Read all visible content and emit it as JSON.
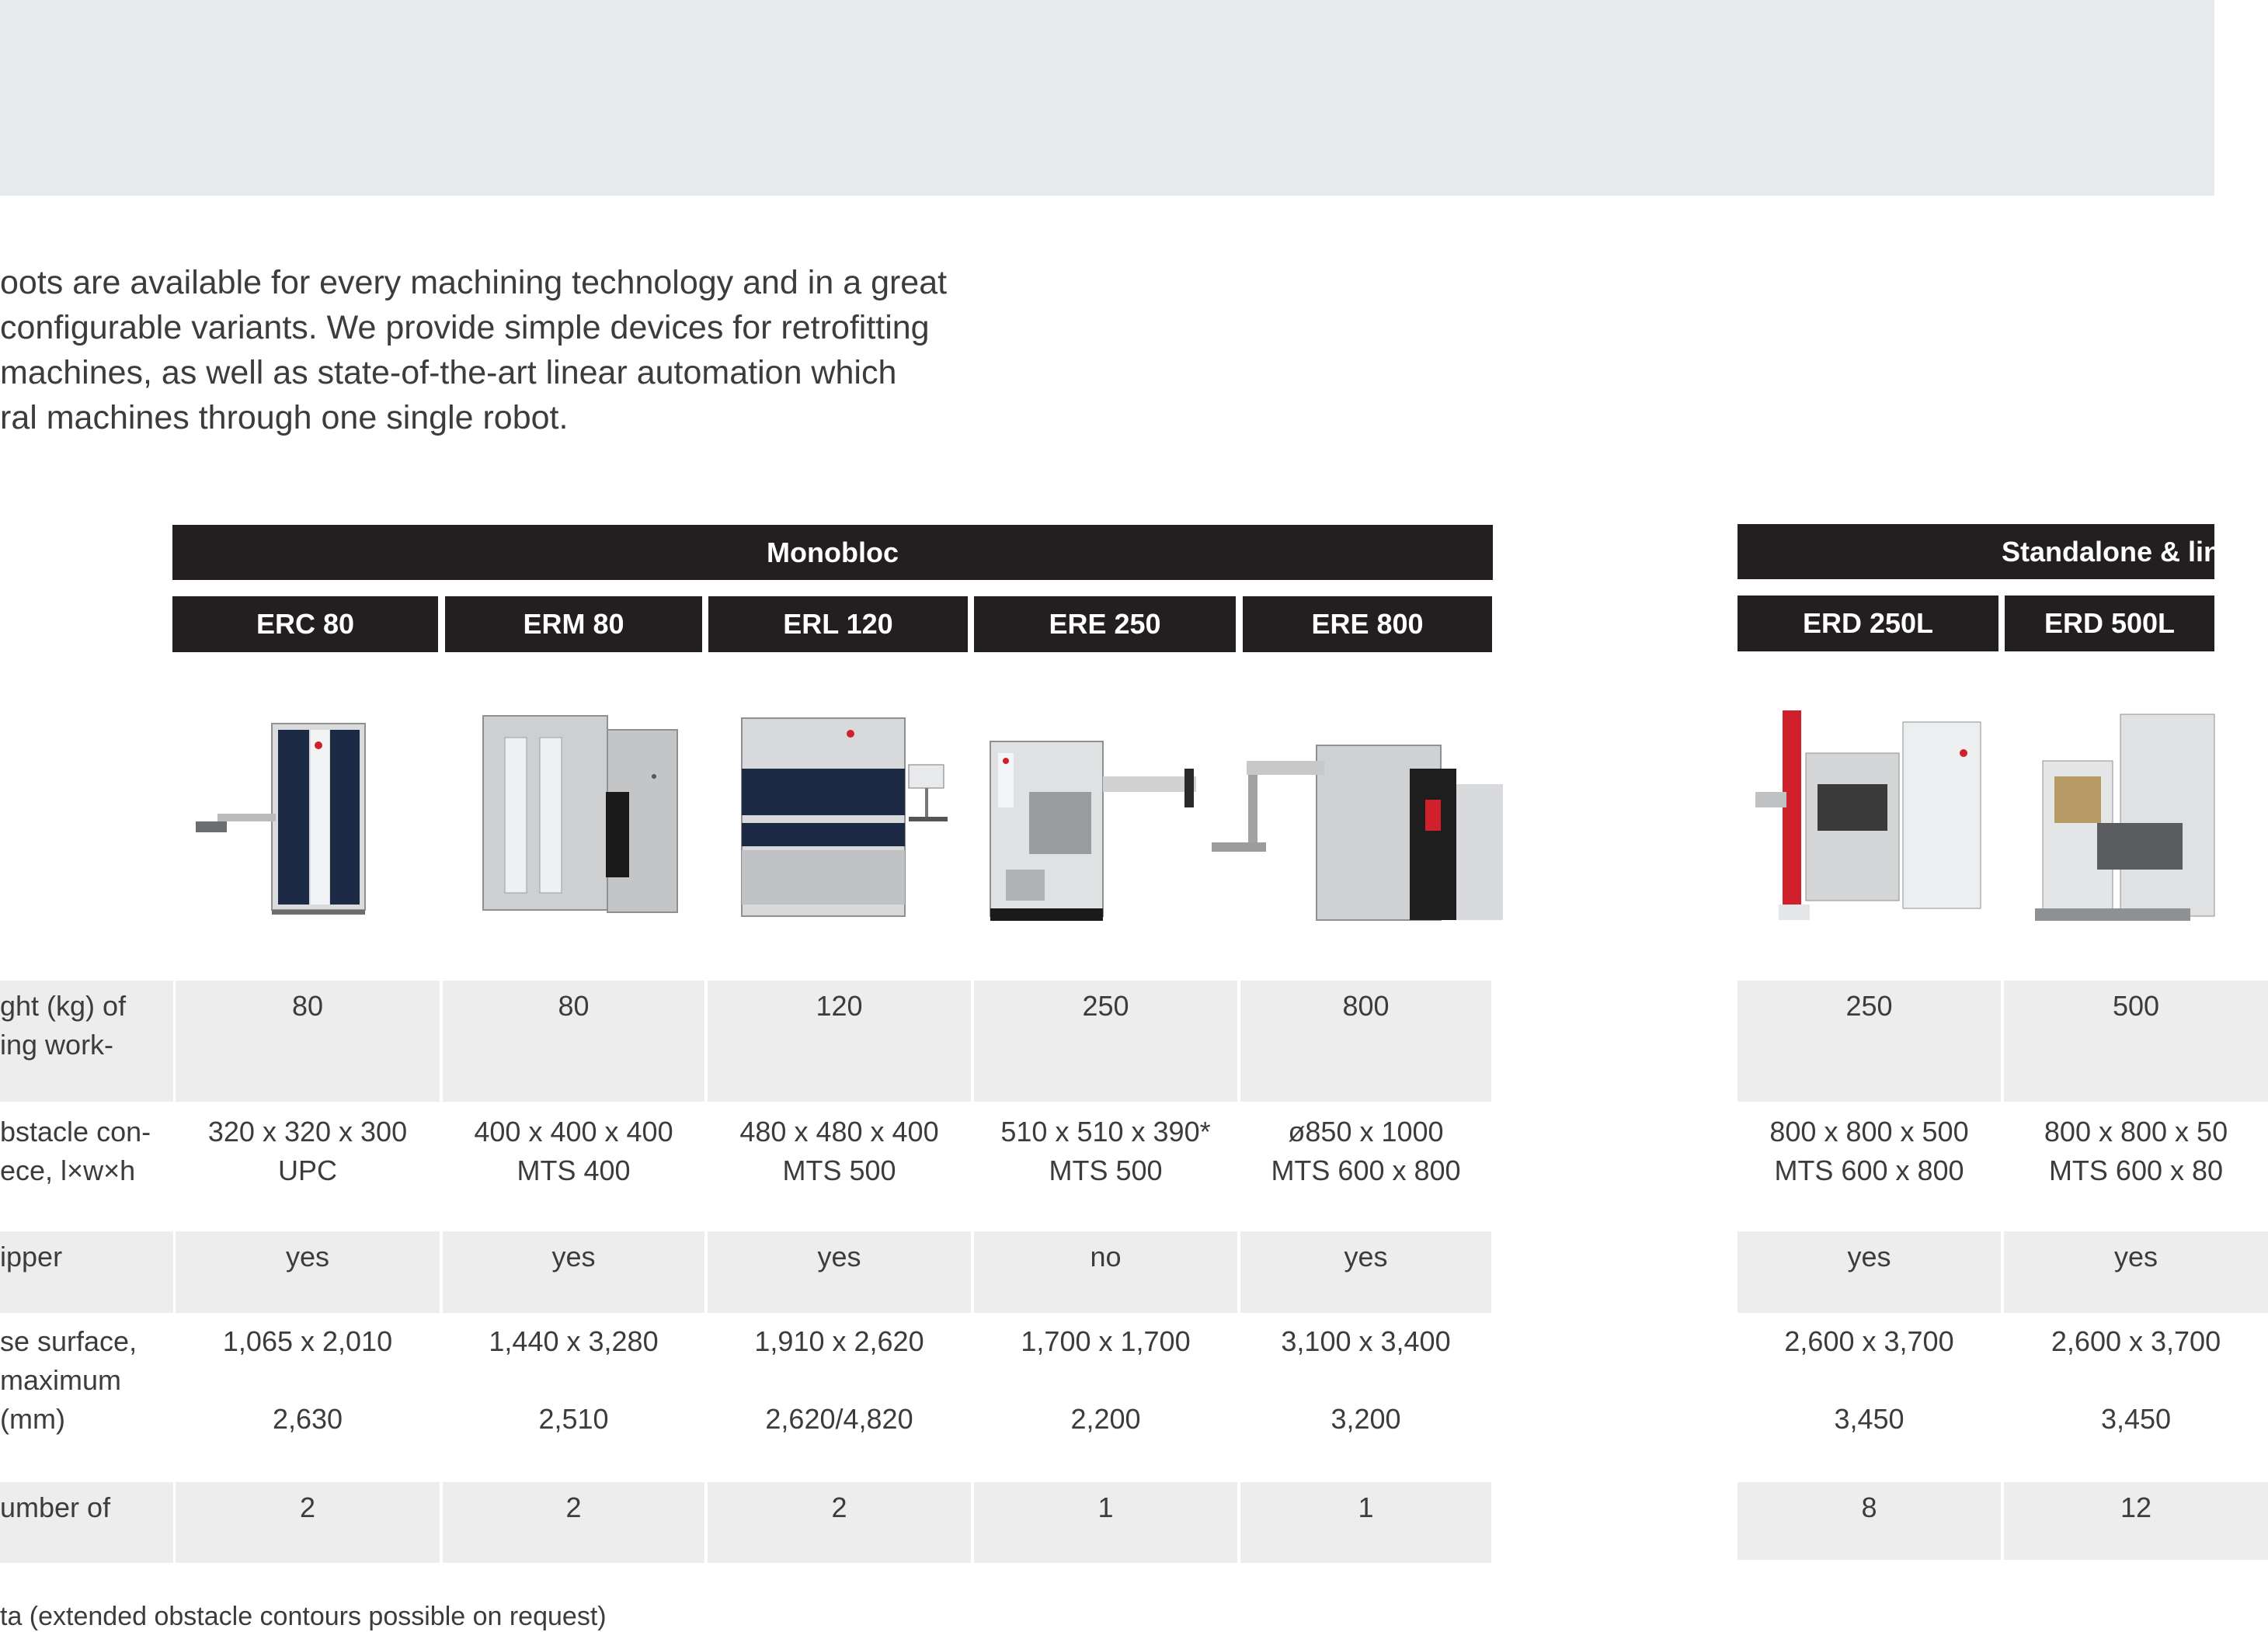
{
  "intro": {
    "lines": [
      "oots are available for every machining technology and in a great",
      "configurable variants. We provide simple devices for retrofitting",
      "machines, as well as state-of-the-art linear automation which",
      "ral machines through one single robot."
    ]
  },
  "groups": {
    "monobloc": "Monobloc",
    "standalone": "Standalone & lin"
  },
  "models": [
    "ERC 80",
    "ERM 80",
    "ERL 120",
    "ERE 250",
    "ERE 800",
    "ERD 250L",
    "ERD 500L"
  ],
  "row_labels": {
    "weight": [
      "ght (kg) of",
      "ing work-"
    ],
    "obstacle": [
      "bstacle con-",
      "ece, l×w×h"
    ],
    "gripper": [
      "ipper"
    ],
    "surface": [
      "se surface,",
      " maximum",
      " (mm)"
    ],
    "number": [
      "umber of"
    ]
  },
  "rows": {
    "weight": [
      "80",
      "80",
      "120",
      "250",
      "800",
      "250",
      "500"
    ],
    "obstacle_dim": [
      "320 x 320 x 300",
      "400 x 400 x 400",
      "480 x 480 x 400",
      "510 x 510 x 390*",
      "ø850 x 1000",
      "800 x 800 x 500",
      "800 x 800 x 50"
    ],
    "obstacle_sys": [
      "UPC",
      "MTS 400",
      "MTS 500",
      "MTS 500",
      "MTS 600 x 800",
      "MTS 600 x 800",
      "MTS 600 x 80"
    ],
    "gripper": [
      "yes",
      "yes",
      "yes",
      "no",
      "yes",
      "yes",
      "yes"
    ],
    "surface": [
      "1,065 x 2,010",
      "1,440 x 3,280",
      "1,910 x 2,620",
      "1,700 x 1,700",
      "3,100 x 3,400",
      "2,600 x 3,700",
      "2,600 x 3,700"
    ],
    "height": [
      "2,630",
      "2,510",
      "2,620/4,820",
      "2,200",
      "3,200",
      "3,450",
      "3,450"
    ],
    "number": [
      "2",
      "2",
      "2",
      "1",
      "1",
      "8",
      "12"
    ]
  },
  "footnote": "ta (extended obstacle contours possible on request)"
}
